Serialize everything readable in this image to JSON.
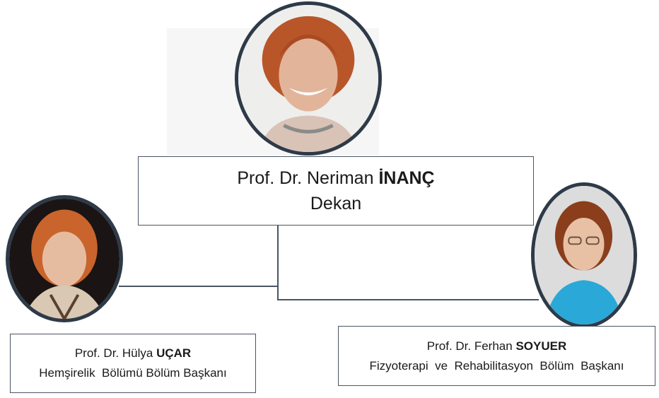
{
  "dean": {
    "prefix": "Prof. Dr. Neriman ",
    "surname": "İNANÇ",
    "title": "Dekan"
  },
  "left_head": {
    "prefix": "Prof. Dr. Hülya ",
    "surname": "UÇAR",
    "title": "Hemşirelik  Bölümü Bölüm Başkanı"
  },
  "right_head": {
    "prefix": "Prof. Dr. Ferhan ",
    "surname": "SOYUER",
    "title": "Fizyoterapi  ve  Rehabilitasyon  Bölüm  Başkanı"
  },
  "colors": {
    "border": "#2e3a48",
    "line": "#4a5563"
  }
}
